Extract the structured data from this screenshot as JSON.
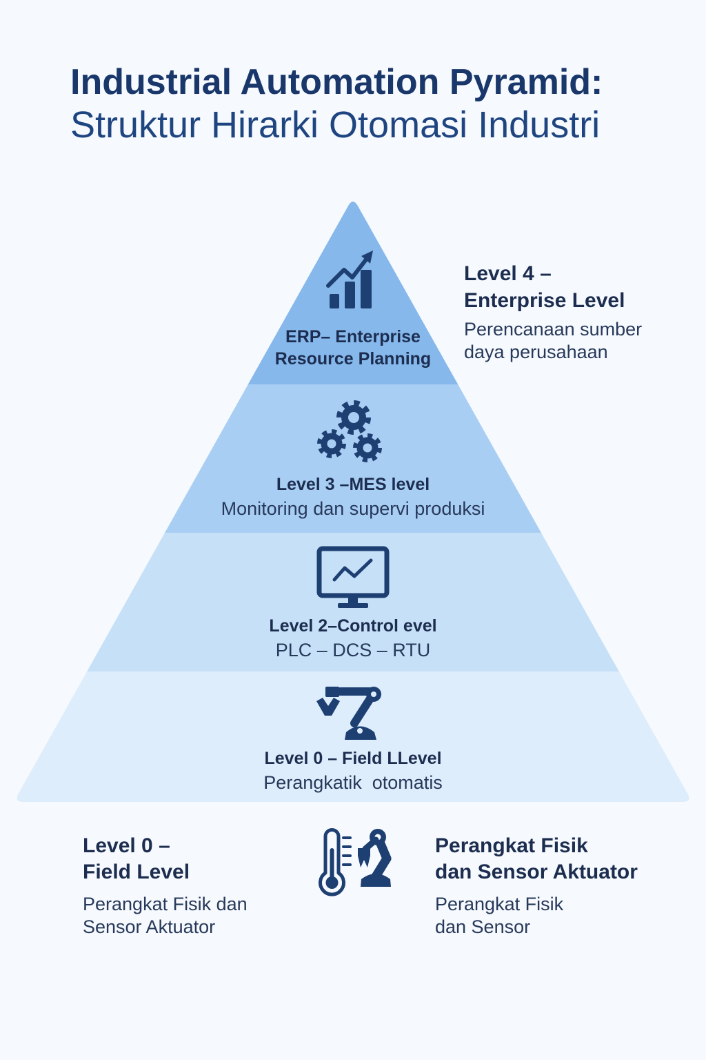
{
  "title": "Industrial Automation Pyramid:",
  "subtitle": "Struktur Hirarki Otomasi Industri",
  "colors": {
    "background": "#f6f9fd",
    "title": "#19376a",
    "subtitle": "#1f4581",
    "heading_text": "#1c2d4f",
    "body_text": "#27395a",
    "icon": "#1e3f72",
    "band_erp": "#86b8ec",
    "band_mes": "#a9cef3",
    "band_control": "#c6e0f7",
    "band_field": "#ddedfb"
  },
  "pyramid": {
    "erp": {
      "icon": "bar-chart-growth-icon",
      "heading_lines": [
        "ERP– Enterprise",
        "Resource Planning"
      ]
    },
    "mes": {
      "icon": "gears-icon",
      "heading": "Level 3 –MES level",
      "description": "Monitoring dan supervi produksi"
    },
    "control": {
      "icon": "monitor-chart-icon",
      "heading": "Level 2–Control evel",
      "description": "PLC – DCS – RTU"
    },
    "field": {
      "icon": "robot-arm-icon",
      "heading": "Level 0 – Field LLevel",
      "description": "Perangkatik  otomatis"
    }
  },
  "side_label": {
    "heading_lines": [
      "Level 4 –",
      "Enterprise Level"
    ],
    "description_lines": [
      "Perencanaan sumber",
      "daya perusahaan"
    ]
  },
  "footer": {
    "left": {
      "heading_lines": [
        "Level 0 –",
        "Field Level"
      ],
      "description_lines": [
        "Perangkat Fisik dan",
        "Sensor Aktuator"
      ]
    },
    "icons": [
      "thermometer-icon",
      "robot-arm-icon"
    ],
    "right": {
      "heading_lines": [
        "Perangkat Fisik",
        "dan Sensor Aktuator"
      ],
      "description_lines": [
        "Perangkat Fisik",
        "dan Sensor"
      ]
    }
  }
}
